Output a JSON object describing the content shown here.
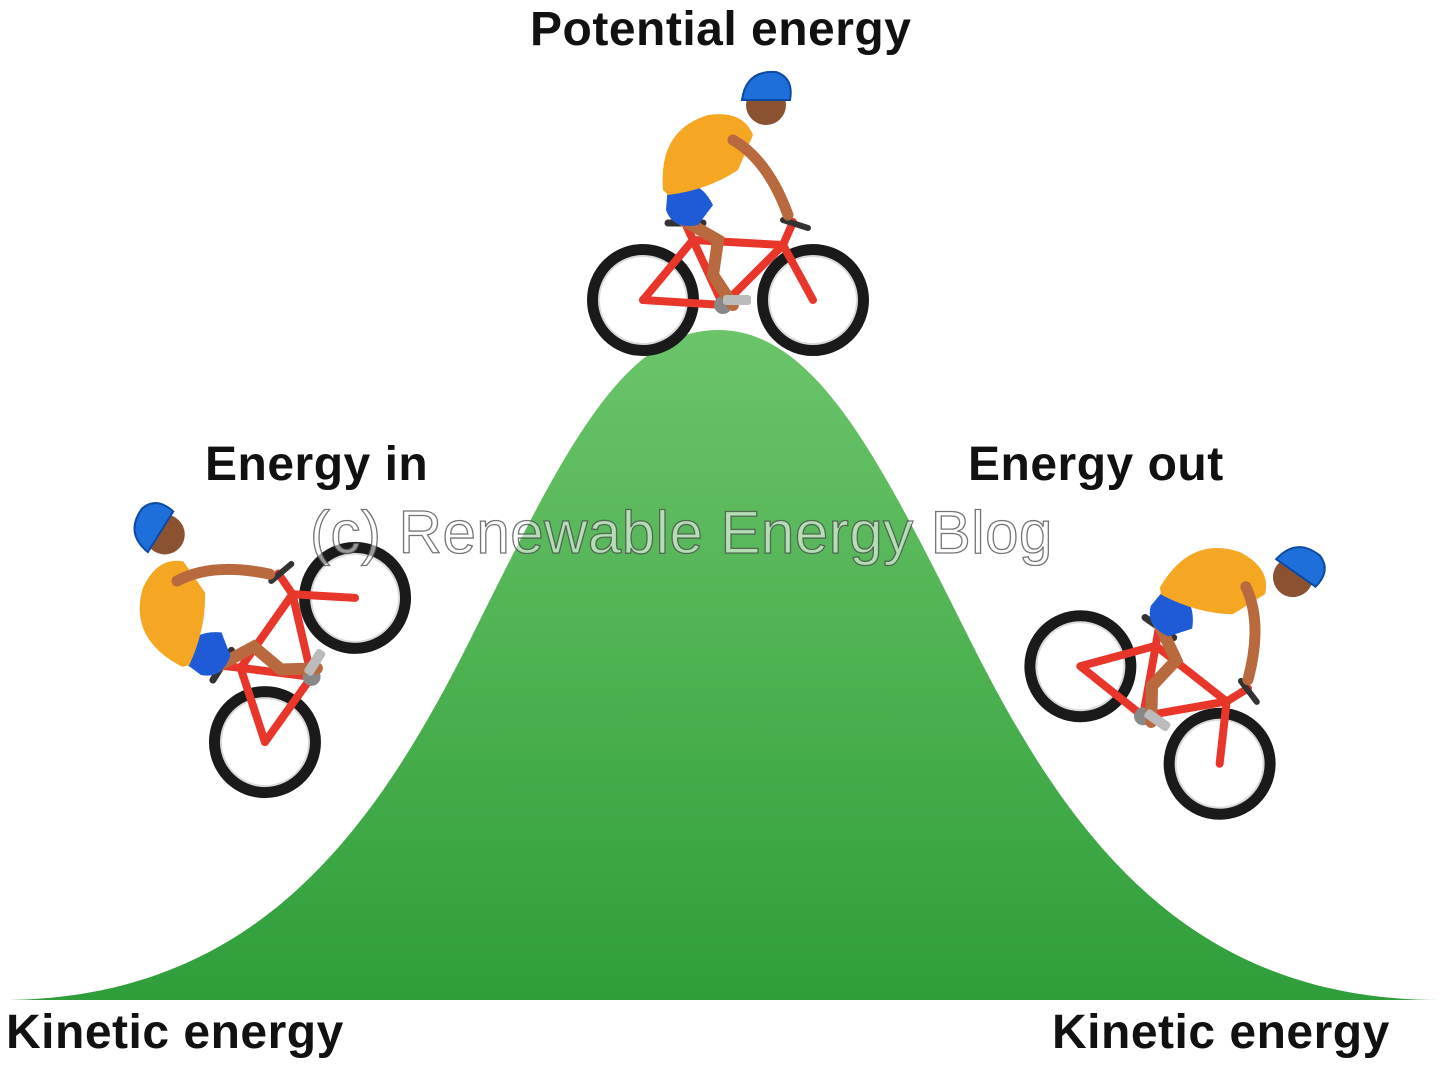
{
  "labels": {
    "top": "Potential energy",
    "energy_in": "Energy in",
    "energy_out": "Energy out",
    "kinetic_left": "Kinetic energy",
    "kinetic_right": "Kinetic energy"
  },
  "watermark": "(c) Renewable Energy Blog",
  "colors": {
    "hill_light": "#6cc46a",
    "hill_dark": "#2f9e3a",
    "shirt": "#f5a623",
    "shorts": "#1f5bd6",
    "helmet": "#1e6fd9",
    "frame": "#e8362a",
    "tire": "#1a1a1a"
  },
  "icons": {
    "rider_climbing": "cyclist-climbing-icon",
    "rider_summit": "cyclist-summit-icon",
    "rider_descending": "cyclist-descending-icon"
  }
}
